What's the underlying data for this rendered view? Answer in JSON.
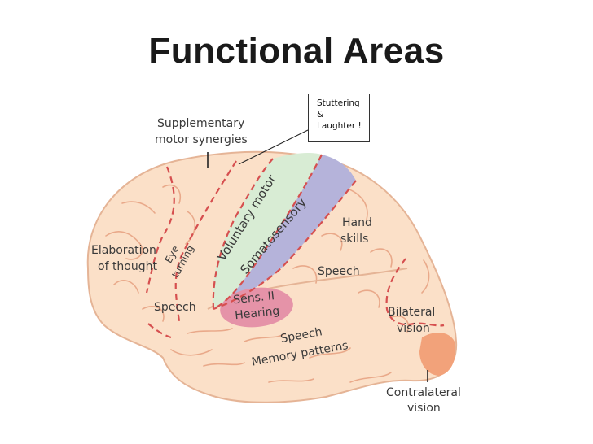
{
  "title": "Functional Areas",
  "note": {
    "line1": "Stuttering",
    "line2": "&",
    "line3": "Laughter !"
  },
  "labels": {
    "supplementary": [
      "Supplementary",
      "motor synergies"
    ],
    "elaboration": [
      "Elaboration",
      "of thought"
    ],
    "eye_turning": [
      "Eye",
      "turning"
    ],
    "voluntary_motor": "Voluntary motor",
    "somatosensory": "Somatosensory",
    "hand_skills": [
      "Hand",
      "skills"
    ],
    "speech_parietal": "Speech",
    "speech_frontal": "Speech",
    "sens_hearing": [
      "Sens. II",
      "Hearing"
    ],
    "speech_memory": [
      "Speech",
      "Memory patterns"
    ],
    "bilateral": [
      "Bilateral",
      "vision"
    ],
    "contralateral": [
      "Contralateral",
      "vision"
    ]
  },
  "colors": {
    "brain": "#fbe0c8",
    "brain_outline": "#e5b496",
    "gyrus": "#e9a98a",
    "dashed": "#d64f4f",
    "motor": "#d8ecd4",
    "sensory": "#b5b3da",
    "hearing": "#e593a8",
    "occipital": "#f2a27a"
  }
}
